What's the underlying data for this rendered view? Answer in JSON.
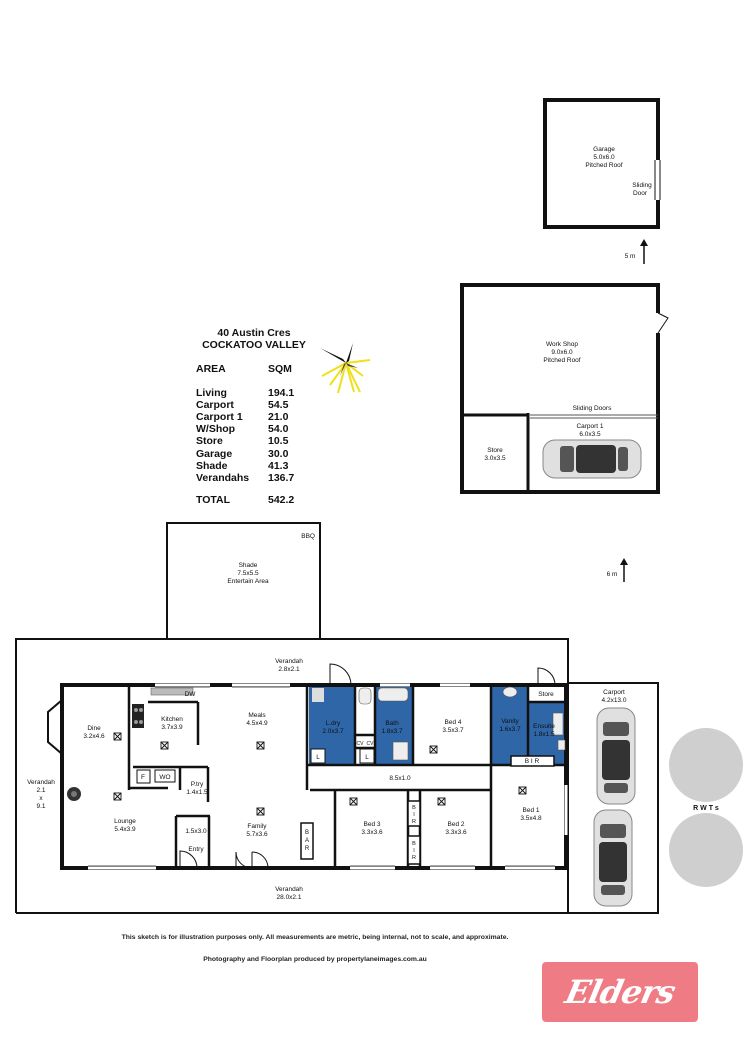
{
  "address": {
    "line1": "40 Austin Cres",
    "line2": "COCKATOO VALLEY"
  },
  "area_table": {
    "header_name": "AREA",
    "header_unit": "SQM",
    "rows": [
      {
        "name": "Living",
        "value": "194.1"
      },
      {
        "name": "Carport",
        "value": "54.5"
      },
      {
        "name": "Carport 1",
        "value": "21.0"
      },
      {
        "name": "W/Shop",
        "value": "54.0"
      },
      {
        "name": "Store",
        "value": "10.5"
      },
      {
        "name": "Garage",
        "value": "30.0"
      },
      {
        "name": "Shade",
        "value": "41.3"
      },
      {
        "name": "Verandahs",
        "value": "136.7"
      }
    ],
    "total_label": "TOTAL",
    "total_value": "542.2"
  },
  "rooms": {
    "garage": {
      "name": "Garage",
      "dims": "5.0x6.0",
      "note": "Pitched Roof",
      "door": "Sliding",
      "door2": "Door"
    },
    "workshop": {
      "name": "Work Shop",
      "dims": "9.0x6.0",
      "note": "Pitched Roof",
      "doors": "Sliding Doors"
    },
    "store_out": {
      "name": "Store",
      "dims": "3.0x3.5"
    },
    "carport1": {
      "name": "Carport 1",
      "dims": "6.0x3.5"
    },
    "shade": {
      "name": "Shade",
      "dims": "7.5x5.5",
      "note": "Entertain Area",
      "bbq": "BBQ"
    },
    "verandah_top": {
      "name": "Verandah",
      "dims": "2.8x2.1"
    },
    "verandah_bottom": {
      "name": "Verandah",
      "dims": "28.0x2.1"
    },
    "verandah_side": {
      "name": "Verandah",
      "l1": "2.1",
      "l2": "x",
      "l3": "9.1"
    },
    "dine": {
      "name": "Dine",
      "dims": "3.2x4.6"
    },
    "kitchen": {
      "name": "Kitchen",
      "dims": "3.7x3.9"
    },
    "meals": {
      "name": "Meals",
      "dims": "4.5x4.9"
    },
    "laundry": {
      "name": "L.dry",
      "dims": "2.0x3.7"
    },
    "bath": {
      "name": "Bath",
      "dims": "1.8x3.7"
    },
    "bed4": {
      "name": "Bed 4",
      "dims": "3.5x3.7"
    },
    "vanity": {
      "name": "Vanity",
      "dims": "1.6x3.7"
    },
    "ensuite": {
      "name": "Ensuite",
      "dims": "1.8x1.5"
    },
    "store_in": {
      "name": "Store"
    },
    "carport": {
      "name": "Carport",
      "dims": "4.2x13.0"
    },
    "lounge": {
      "name": "Lounge",
      "dims": "5.4x3.9"
    },
    "family": {
      "name": "Family",
      "dims": "5.7x3.6"
    },
    "pantry": {
      "name": "P.try",
      "dims": "1.4x1.5"
    },
    "entry": {
      "name": "Entry",
      "dims": "1.5x3.0"
    },
    "hall": {
      "dims": "8.5x1.0"
    },
    "bed3": {
      "name": "Bed 3",
      "dims": "3.3x3.6"
    },
    "bed2": {
      "name": "Bed 2",
      "dims": "3.3x3.6"
    },
    "bed1": {
      "name": "Bed 1",
      "dims": "3.5x4.8"
    }
  },
  "fixtures": {
    "dw": "DW",
    "wo": "WO",
    "f": "F",
    "bir": "B I R",
    "bir_v": "B I R",
    "bar": "B A R",
    "cv": "CV",
    "l": "L",
    "rwts": "R W T s"
  },
  "scale_marks": {
    "top": "5 m",
    "middle": "6 m"
  },
  "disclaimer": "This sketch is for illustration purposes only.  All measurements are metric, being internal, not to scale, and approximate.",
  "credit": "Photography and Floorplan produced by propertylaneimages.com.au",
  "logo_text": "Elders",
  "colors": {
    "wet_area": "#2f66a8",
    "car_body": "#d8d8d8",
    "tank": "#cfcfcf",
    "compass": "#f0e01a",
    "logo": "#ef7c84"
  }
}
